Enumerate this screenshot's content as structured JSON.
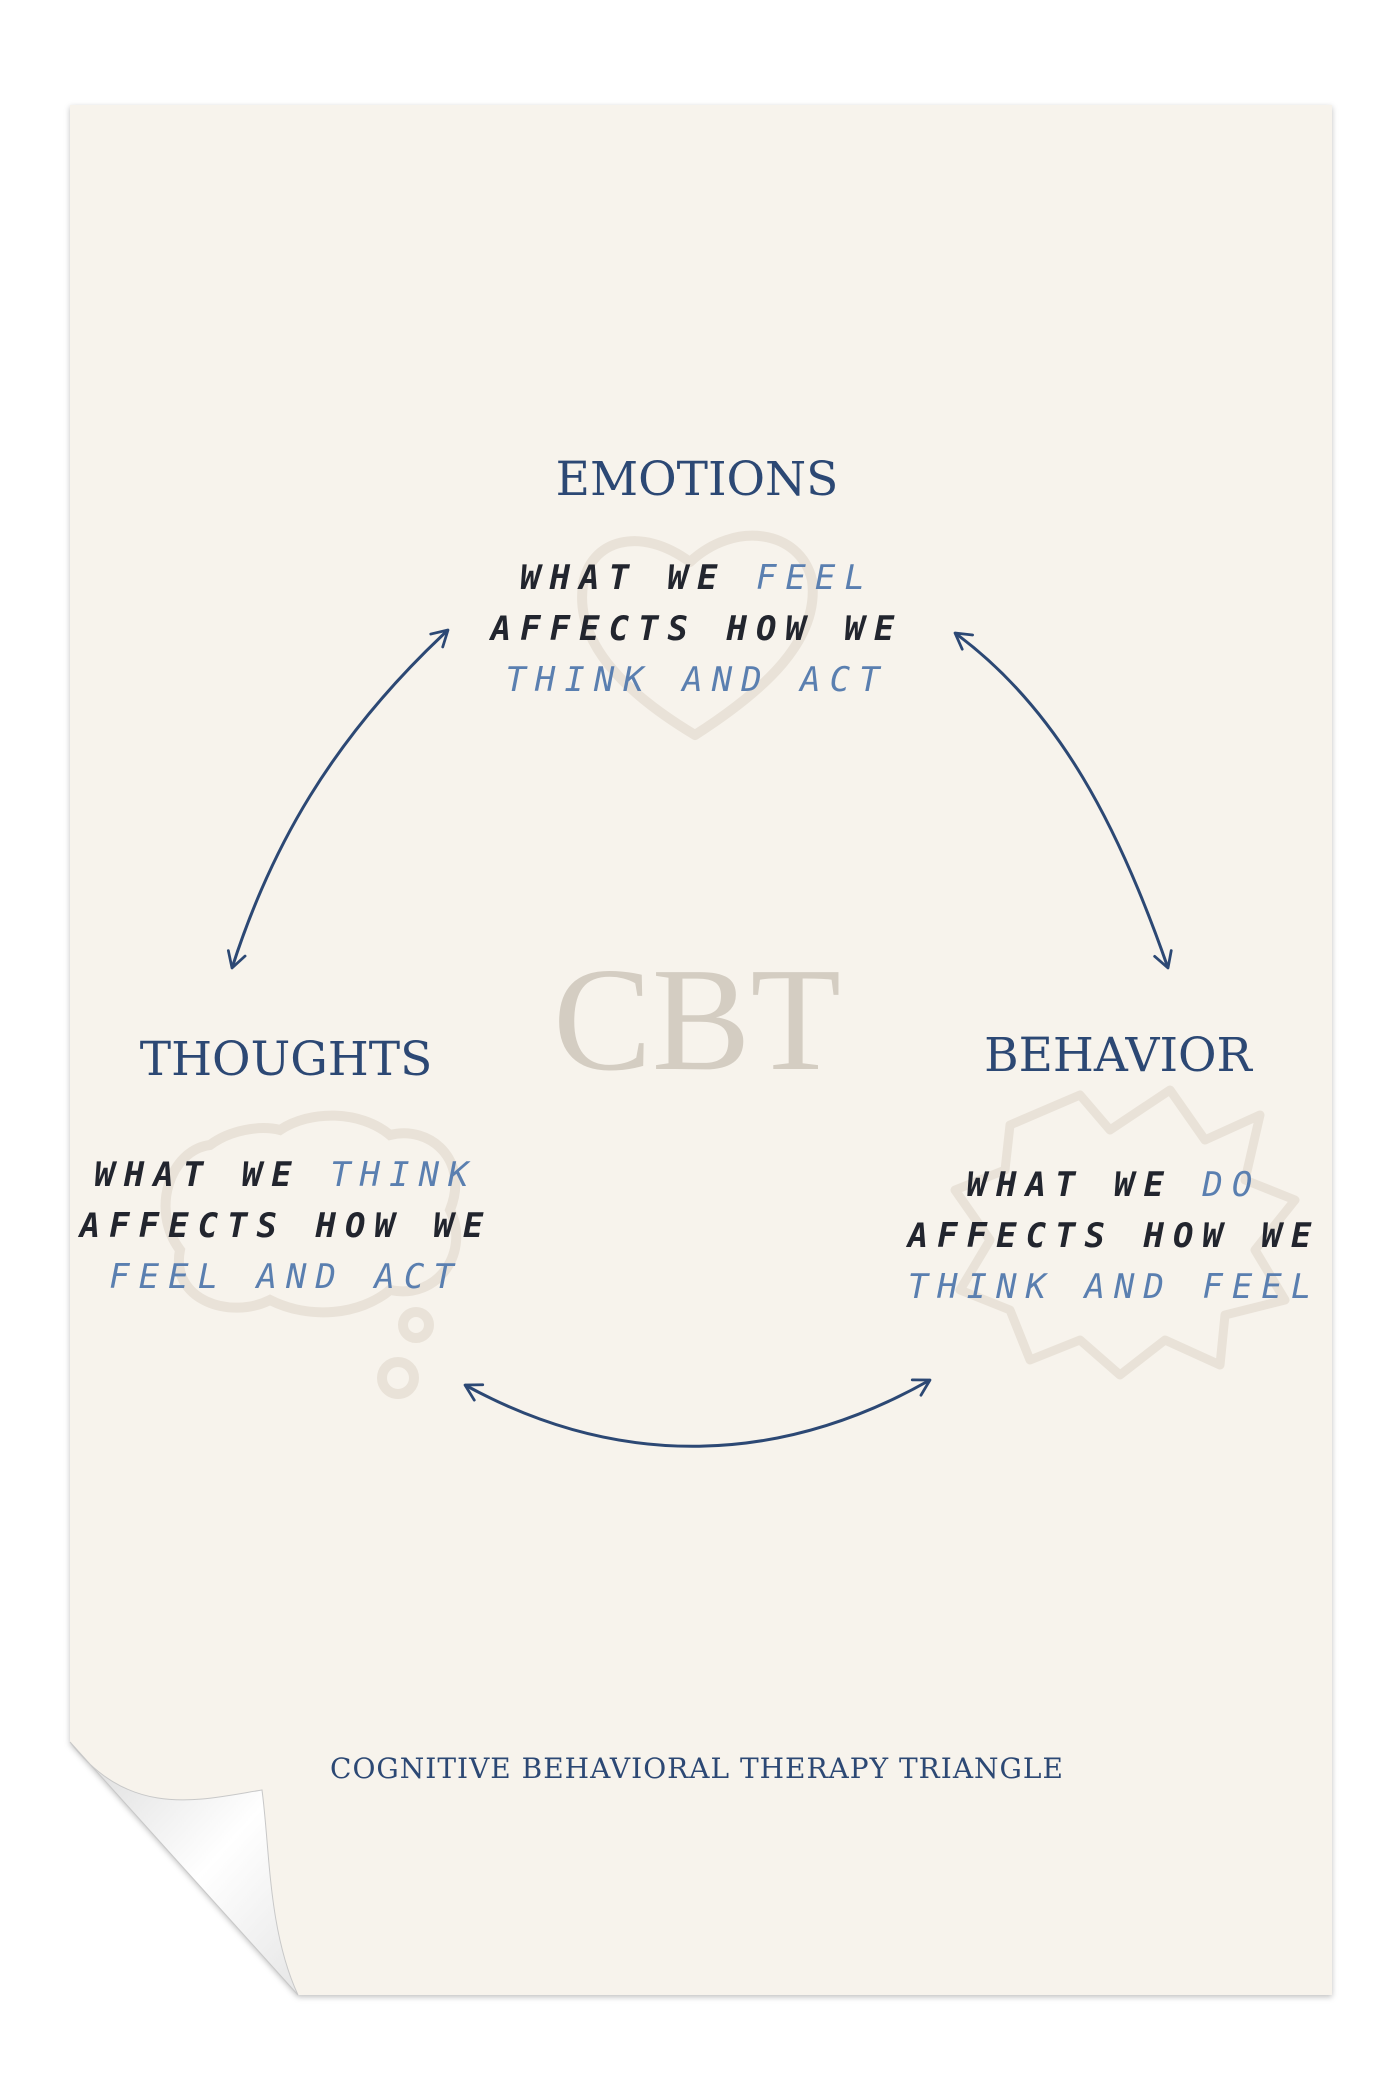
{
  "diagram": {
    "center_label": "CBT",
    "nodes": {
      "emotions": {
        "title": "EMOTIONS",
        "line1": {
          "dark": "WHAT WE",
          "blue": "FEEL"
        },
        "line2": {
          "dark": "AFFECTS HOW WE"
        },
        "line3": {
          "blue": "THINK AND ACT"
        }
      },
      "thoughts": {
        "title": "THOUGHTS",
        "line1": {
          "dark": "WHAT WE",
          "blue": "THINK"
        },
        "line2": {
          "dark": "AFFECTS HOW WE"
        },
        "line3": {
          "blue": "FEEL AND ACT"
        }
      },
      "behavior": {
        "title": "BEHAVIOR",
        "line1": {
          "dark": "WHAT WE",
          "blue": "DO"
        },
        "line2": {
          "dark": "AFFECTS HOW WE"
        },
        "line3": {
          "blue": "THINK AND FEEL"
        }
      }
    },
    "edges": [
      {
        "from": "thoughts",
        "to": "emotions",
        "type": "bidirectional"
      },
      {
        "from": "emotions",
        "to": "behavior",
        "type": "bidirectional"
      },
      {
        "from": "thoughts",
        "to": "behavior",
        "type": "bidirectional"
      }
    ],
    "footer": "COGNITIVE BEHAVIORAL THERAPY TRIANGLE"
  },
  "colors": {
    "paper": "#f7f3ec",
    "heading": "#2c4874",
    "arrow": "#2c4874",
    "text_dark": "#22252e",
    "text_blue": "#5a7fb0",
    "doodle": "#e8e0d6",
    "cbt_watermark": "#d4cdc2"
  },
  "icons": [
    "heart-doodle-icon",
    "thought-bubble-doodle-icon",
    "starburst-doodle-icon",
    "page-curl-icon"
  ]
}
